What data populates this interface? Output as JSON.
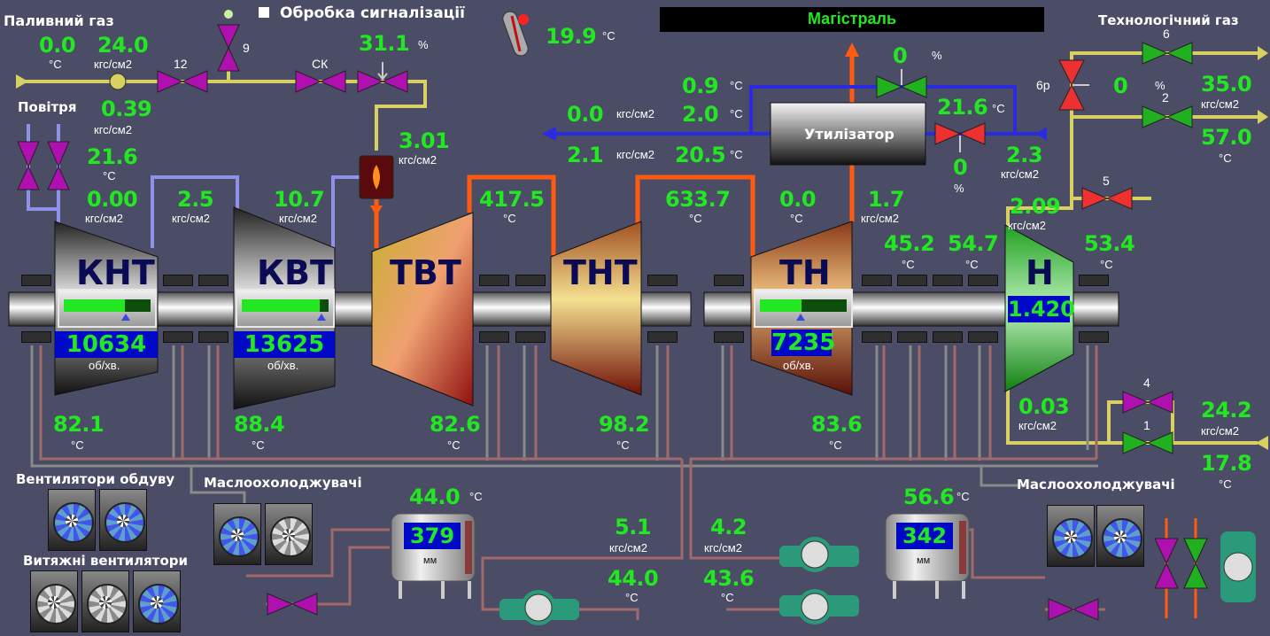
{
  "header": {
    "alarm_processing": "Обробка сигналізації",
    "mainline": "Магістраль",
    "ambient_temp": "19.9",
    "ambient_temp_unit": "°C"
  },
  "fuel_gas": {
    "title": "Паливний газ",
    "temp": "0.0",
    "temp_unit": "°C",
    "pressure": "24.0",
    "pressure_unit": "кгс/см2",
    "valve_12": "12",
    "valve_9": "9",
    "valve_ck": "СК",
    "valve_pct": "31.1",
    "valve_pct_unit": "%",
    "burner_pressure": "3.01",
    "burner_pressure_unit": "кгс/см2"
  },
  "air": {
    "title": "Повітря",
    "pressure": "0.39",
    "pressure_unit": "кгс/см2",
    "temp": "21.6",
    "temp_unit": "°C",
    "inlet_pressure": "0.00",
    "inlet_pressure_unit": "кгс/см2"
  },
  "compressors": [
    {
      "name": "КНТ",
      "rpm": "10634",
      "rpm_unit": "об/хв.",
      "meter_fill": 0.7,
      "out_pressure": "2.5",
      "out_pressure_unit": "кгс/см2",
      "oil_temp": "82.1",
      "oil_temp_unit": "°C"
    },
    {
      "name": "КВТ",
      "rpm": "13625",
      "rpm_unit": "об/хв.",
      "meter_fill": 0.9,
      "out_pressure": "10.7",
      "out_pressure_unit": "кгс/см2",
      "oil_temp": "88.4",
      "oil_temp_unit": "°C"
    }
  ],
  "turbines": [
    {
      "name": "ТВТ",
      "out_temp": "417.5",
      "out_temp_unit": "°C",
      "oil_temp": "82.6",
      "oil_temp_unit": "°C"
    },
    {
      "name": "ТНТ",
      "out_temp": "633.7",
      "out_temp_unit": "°C",
      "oil_temp": "98.2",
      "oil_temp_unit": "°C"
    },
    {
      "name": "ТН",
      "rpm": "7235",
      "rpm_unit": "об/хв.",
      "meter_fill": 0.48,
      "in_temp": "0.0",
      "in_temp_unit": "°C",
      "out_pressure": "1.7",
      "out_pressure_unit": "кгс/см2",
      "oil_temp": "83.6",
      "oil_temp_unit": "°C"
    }
  ],
  "bearings": {
    "t1": "45.2",
    "t1_unit": "°C",
    "t2": "54.7",
    "t2_unit": "°C",
    "t3": "53.4",
    "t3_unit": "°C"
  },
  "supercharger": {
    "name": "Н",
    "ratio": "1.420",
    "in_pressure": "2.09",
    "in_pressure_unit": "кгс/см2",
    "out_pressure": "0.03",
    "out_pressure_unit": "кгс/см2"
  },
  "utilizer": {
    "title": "Утилізатор",
    "t_top": "0.9",
    "t_top_unit": "°C",
    "p_out": "0.0",
    "p_out_unit": "кгс/см2",
    "t_mid": "2.0",
    "t_mid_unit": "°C",
    "p_ret": "2.1",
    "p_ret_unit": "кгс/см2",
    "t_ret": "20.5",
    "t_ret_unit": "°C",
    "bypass_pct": "0",
    "bypass_pct_unit": "%",
    "valve_temp": "21.6",
    "valve_temp_unit": "°C",
    "valve_pct": "0",
    "valve_pct_unit": "%",
    "in_pressure": "2.3",
    "in_pressure_unit": "кгс/см2"
  },
  "process_gas": {
    "title": "Технологічний газ",
    "valve_6": "6",
    "valve_6p": "6р",
    "valve_2": "2",
    "valve_5": "5",
    "valve_4": "4",
    "valve_1": "1",
    "reg_pct": "0",
    "reg_pct_unit": "%",
    "pressure": "35.0",
    "pressure_unit": "кгс/см2",
    "temp": "57.0",
    "temp_unit": "°C",
    "in_pressure": "24.2",
    "in_pressure_unit": "кгс/см2",
    "in_temp": "17.8",
    "in_temp_unit": "°C"
  },
  "oil_system": {
    "blow_fans": "Вентилятори обдуву",
    "exhaust_fans": "Витяжні вентилятори",
    "coolers_left": "Маслоохолоджувачі",
    "coolers_right": "Маслоохолоджувачі",
    "tank1_temp": "44.0",
    "tank1_temp_unit": "°C",
    "tank1_level": "379",
    "tank1_level_unit": "мм",
    "tank2_temp": "56.6",
    "tank2_temp_unit": "°C",
    "tank2_level": "342",
    "tank2_level_unit": "мм",
    "p1": "5.1",
    "p1_unit": "кгс/см2",
    "t1": "44.0",
    "t1_unit": "°C",
    "p2": "4.2",
    "p2_unit": "кгс/см2",
    "t2": "43.6",
    "t2_unit": "°C"
  },
  "colors": {
    "value": "#22e822",
    "background": "#4b4c66",
    "fuel_pipe": "#d8d060",
    "air_pipe": "#8f90e8",
    "hot_pipe": "#ff5a10",
    "water_pipe": "#2a2ae0",
    "oil_pipe": "#a06a6a"
  }
}
